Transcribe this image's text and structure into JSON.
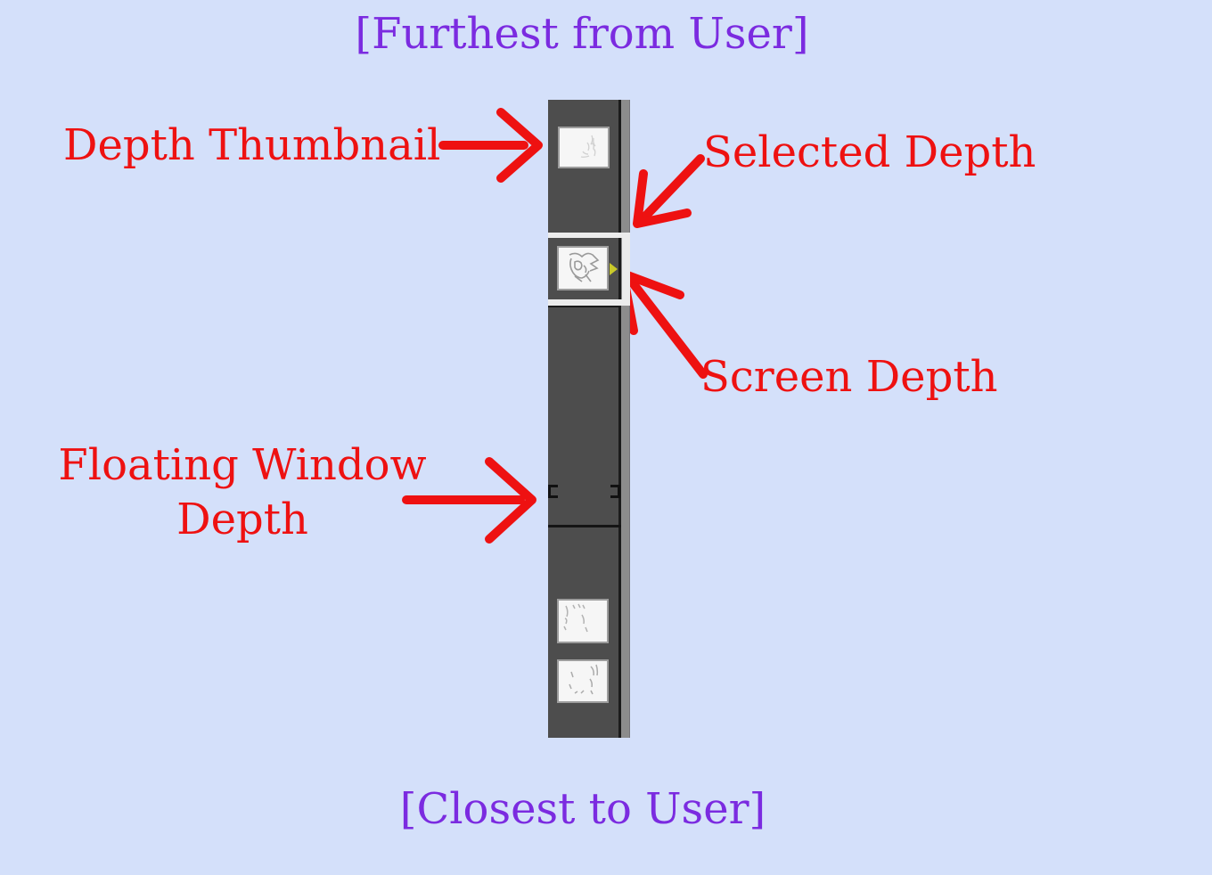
{
  "labels": {
    "furthest": "[Furthest from User]",
    "closest": "[Closest to User]"
  },
  "annotations": {
    "depth_thumbnail": {
      "label": "Depth Thumbnail",
      "arrow_direction": "right"
    },
    "selected_depth": {
      "label": "Selected Depth",
      "arrow_direction": "down-left"
    },
    "screen_depth": {
      "label": "Screen Depth",
      "arrow_direction": "up-left"
    },
    "floating_window_depth": {
      "label": "Floating Window Depth",
      "arrow_direction": "right"
    }
  },
  "panel": {
    "name": "depth-strip",
    "orientation": "vertical",
    "thumbnails": [
      {
        "slot": "top",
        "selected": false
      },
      {
        "slot": "upper-middle",
        "selected": true
      },
      {
        "slot": "lower",
        "selected": false
      },
      {
        "slot": "bottom",
        "selected": false
      }
    ],
    "markers": {
      "screen_depth": "yellow-right-triangle",
      "floating_window_depth": "black-bracket-pair"
    }
  },
  "colors": {
    "background": "#d4e0fa",
    "label_purple": "#7b2be0",
    "annotation_red": "#ee1111",
    "panel_dark": "#4d4d4d",
    "panel_strip": "#8c8c8c",
    "selection_highlight": "#ececec",
    "screen_depth_marker": "#c9c92a",
    "thumbnail_fill": "#f6f6f6"
  }
}
